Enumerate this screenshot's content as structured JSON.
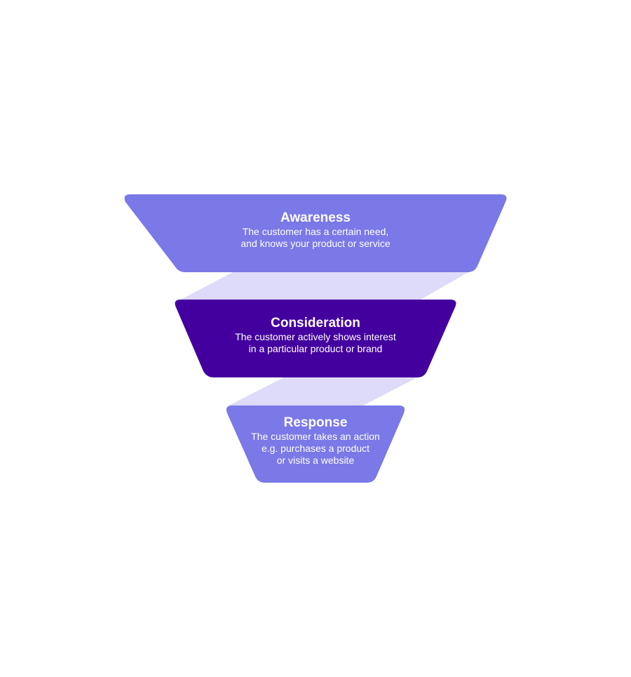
{
  "colors": {
    "stage_light": "#7b78e8",
    "stage_dark": "#44009f",
    "connector": "#dedaf9",
    "text": "#ffffff"
  },
  "stages": [
    {
      "title": "Awareness",
      "lines": [
        "The customer has a certain need,",
        "and knows your product or service"
      ]
    },
    {
      "title": "Consideration",
      "lines": [
        "The customer actively shows interest",
        "in a particular product or brand"
      ]
    },
    {
      "title": "Response",
      "lines": [
        "The customer takes an action",
        "e.g. purchases a product",
        "or visits a website"
      ]
    }
  ]
}
